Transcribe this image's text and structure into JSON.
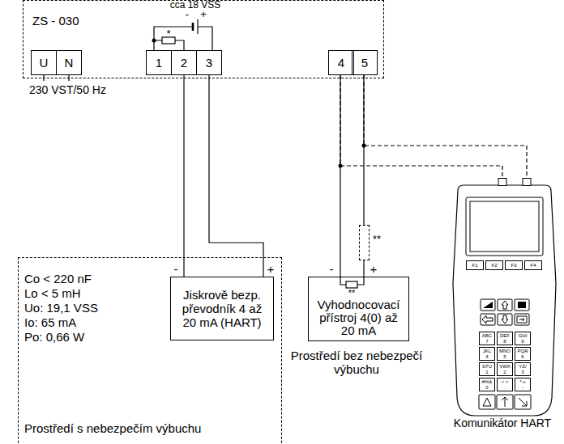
{
  "diagram": {
    "nodes": [
      {
        "text": [
          "ZS - 030"
        ]
      },
      {
        "text": [
          "U"
        ],
        "in": 0
      },
      {
        "text": [
          "N"
        ],
        "in": 0
      },
      {
        "text": [
          "1"
        ],
        "in": 0
      },
      {
        "text": [
          "2"
        ],
        "in": 0
      },
      {
        "text": [
          "3"
        ],
        "in": 0
      },
      {
        "text": [
          "4"
        ],
        "in": 0
      },
      {
        "text": [
          "5"
        ],
        "in": 0
      },
      {
        "text": [
          "Co < 220 nF",
          "Lo < 5 mH",
          "Uo: 19,1 VSS",
          "Io: 65 mA",
          "Po: 0,66 W",
          "Prostředí s nebezpečím výbuchu"
        ]
      },
      {
        "text": [
          "Jiskrově bezp. převodník 4 až 20 mA (HART)"
        ],
        "in": 8
      },
      {
        "text": [
          "**"
        ]
      },
      {
        "text": [
          "Vyhodnocovací přístroj 4(0) až 20 mA"
        ]
      },
      {
        "text": [
          "Komunikátor HART"
        ]
      },
      {
        "text": [
          "F1"
        ],
        "in": 12
      },
      {
        "text": [
          "F2"
        ],
        "in": 12
      },
      {
        "text": [
          "F3"
        ],
        "in": 12
      },
      {
        "text": [
          "F4"
        ],
        "in": 12
      },
      {
        "text": [
          "ABC",
          "7"
        ],
        "in": 12
      },
      {
        "text": [
          "DEF",
          "8"
        ],
        "in": 12
      },
      {
        "text": [
          "GHI",
          "9"
        ],
        "in": 12
      },
      {
        "text": [
          "JKL",
          "4"
        ],
        "in": 12
      },
      {
        "text": [
          "MNO",
          "5"
        ],
        "in": 12
      },
      {
        "text": [
          "PQR",
          "6"
        ],
        "in": 12
      },
      {
        "text": [
          "STU",
          "1"
        ],
        "in": 12
      },
      {
        "text": [
          "VWX",
          "2"
        ],
        "in": 12
      },
      {
        "text": [
          "YZ/",
          "3"
        ],
        "in": 12
      },
      {
        "text": [
          "#%&",
          "0"
        ],
        "in": 12
      },
      {
        "text": [
          "< >",
          "."
        ],
        "in": 12
      },
      {
        "text": [
          "*:+",
          "-"
        ],
        "in": 12
      }
    ],
    "edges": [
      {
        "from": 4,
        "to": 9,
        "arrow": "none"
      },
      {
        "from": 5,
        "to": 9,
        "arrow": "none"
      },
      {
        "from": 6,
        "to": 11,
        "arrow": "none"
      },
      {
        "from": 7,
        "to": 10,
        "arrow": "none"
      },
      {
        "from": 10,
        "to": 11,
        "arrow": "none"
      },
      {
        "from": 6,
        "to": 12,
        "arrow": "none"
      },
      {
        "from": 7,
        "to": 12,
        "arrow": "none"
      }
    ],
    "labels": [
      "cca 18 VSS",
      "-",
      "+",
      "*",
      "230 VST/50 Hz",
      "-",
      "+",
      "-",
      "+",
      "**",
      "Prostředí bez nebezpečí výbuchu"
    ]
  }
}
